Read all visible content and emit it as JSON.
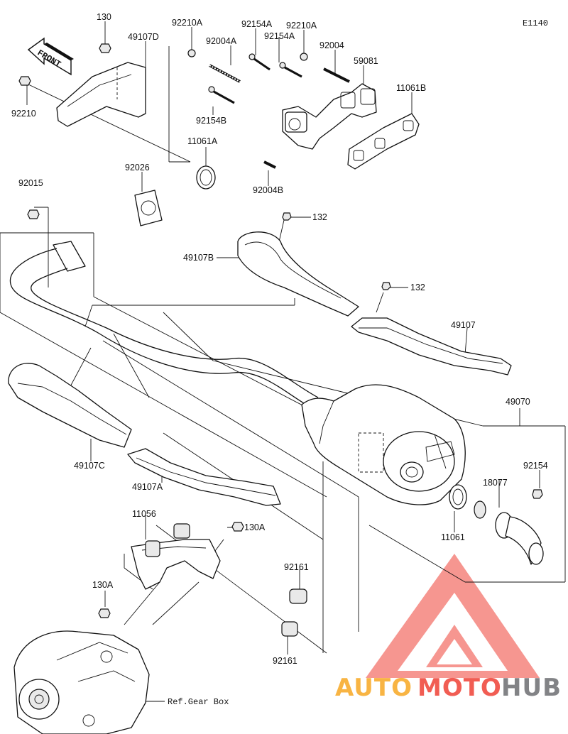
{
  "diagram_code": "E1140",
  "front_label": "FRONT",
  "ref_label": "Ref.Gear Box",
  "watermark": {
    "auto": "AUTO",
    "moto": "MOTO",
    "hub": "HUB",
    "color_red": "#ef4136",
    "color_orange": "#f7a823",
    "color_gray": "#6d6e71"
  },
  "parts": {
    "p130_top": "130",
    "p49107D": "49107D",
    "p92210A_a": "92210A",
    "p92154A_a": "92154A",
    "p92210A_b": "92210A",
    "p92004A": "92004A",
    "p92154A_b": "92154A",
    "p92004": "92004",
    "p59081": "59081",
    "p11061B": "11061B",
    "p92210": "92210",
    "p92154B": "92154B",
    "p11061A": "11061A",
    "p92026": "92026",
    "p92004B": "92004B",
    "p92015": "92015",
    "p132_a": "132",
    "p49107B": "49107B",
    "p132_b": "132",
    "p49107": "49107",
    "p49070": "49070",
    "p92154": "92154",
    "p49107C": "49107C",
    "p18077": "18077",
    "p49107A": "49107A",
    "p11056": "11056",
    "p130A": "130A",
    "p11061": "11061",
    "p92161_a": "92161",
    "p130A_b": "130A",
    "p92161_b": "92161"
  }
}
